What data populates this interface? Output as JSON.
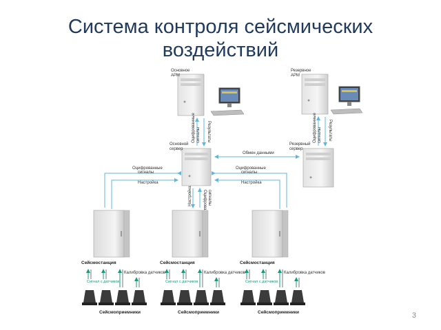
{
  "slide": {
    "title_line1": "Система контроля сейсмических",
    "title_line2": "воздействий",
    "page_number": "3"
  },
  "diagram": {
    "main_arm_line1": "Основное",
    "main_arm_line2": "АРМ",
    "reserve_arm_line1": "Резервное",
    "reserve_arm_line2": "АРМ",
    "main_server_line1": "Основной",
    "main_server_line2": "сервер",
    "reserve_server_line1": "Резервный",
    "reserve_server_line2": "сервер",
    "digitized_line1": "Оцифрованные",
    "digitized_line2": "сигналы",
    "results": "Результаты",
    "data_exchange": "Обмен данными",
    "settings": "Настройка",
    "station": "Сейсмостанция",
    "sensor_signal": "Сигнал с датчиков",
    "calibration": "Калибровка датчиков",
    "receivers": "Сейсмоприемники"
  },
  "colors": {
    "link": "#5fb7dc",
    "title": "#1f3a5c",
    "sensor_link": "#1a9a78"
  }
}
